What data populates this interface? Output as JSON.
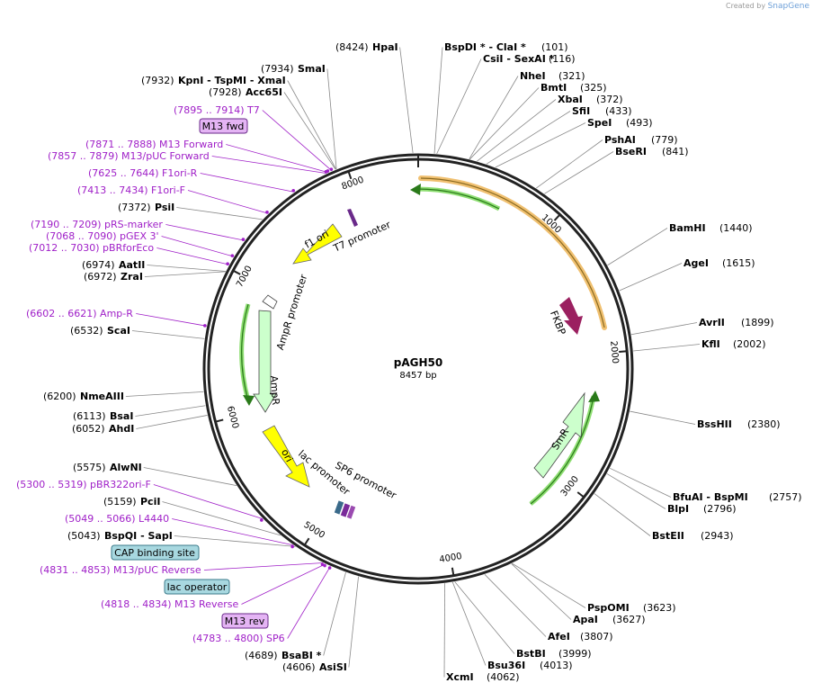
{
  "header": {
    "created_by": "Created by",
    "brand": "SnapGene"
  },
  "plasmid": {
    "name": "pAGH50",
    "length": "8457 bp",
    "total_bp": 8457
  },
  "colors": {
    "backbone": "#222222",
    "primer": "#a020c8",
    "ori": "#ffff00",
    "ampr": "#ccffcc",
    "fkbp": "#9b2060",
    "orf": "#f0c070",
    "tag": "#a8d8e0",
    "primer_tag": "#e4b4f4"
  },
  "ticks": [
    {
      "label": "1000",
      "bp": 1000
    },
    {
      "label": "2000",
      "bp": 2000
    },
    {
      "label": "3000",
      "bp": 3000
    },
    {
      "label": "4000",
      "bp": 4000
    },
    {
      "label": "5000",
      "bp": 5000
    },
    {
      "label": "6000",
      "bp": 6000
    },
    {
      "label": "7000",
      "bp": 7000
    },
    {
      "label": "8000",
      "bp": 8000
    }
  ],
  "sites": [
    {
      "pos": "(8424)",
      "name": "HpaI",
      "bp": 8424
    },
    {
      "name": "BspDI * - ClaI *",
      "pos": "(101)",
      "bp": 101
    },
    {
      "name": "CsiI - SexAI *",
      "pos": "(116)",
      "bp": 116
    },
    {
      "name": "NheI",
      "pos": "(321)",
      "bp": 321
    },
    {
      "name": "BmtI",
      "pos": "(325)",
      "bp": 325
    },
    {
      "name": "XbaI",
      "pos": "(372)",
      "bp": 372
    },
    {
      "name": "SfiI",
      "pos": "(433)",
      "bp": 433
    },
    {
      "name": "SpeI",
      "pos": "(493)",
      "bp": 493
    },
    {
      "name": "PshAI",
      "pos": "(779)",
      "bp": 779
    },
    {
      "name": "BseRI",
      "pos": "(841)",
      "bp": 841
    },
    {
      "name": "BamHI",
      "pos": "(1440)",
      "bp": 1440
    },
    {
      "name": "AgeI",
      "pos": "(1615)",
      "bp": 1615
    },
    {
      "name": "AvrII",
      "pos": "(1899)",
      "bp": 1899
    },
    {
      "name": "KflI",
      "pos": "(2002)",
      "bp": 2002
    },
    {
      "name": "BssHII",
      "pos": "(2380)",
      "bp": 2380
    },
    {
      "name": "BfuAI - BspMI",
      "pos": "(2757)",
      "bp": 2757
    },
    {
      "name": "BlpI",
      "pos": "(2796)",
      "bp": 2796
    },
    {
      "name": "BstEII",
      "pos": "(2943)",
      "bp": 2943
    },
    {
      "name": "PspOMI",
      "pos": "(3623)",
      "bp": 3623
    },
    {
      "name": "ApaI",
      "pos": "(3627)",
      "bp": 3627
    },
    {
      "name": "AfeI",
      "pos": "(3807)",
      "bp": 3807
    },
    {
      "name": "BstBI",
      "pos": "(3999)",
      "bp": 3999
    },
    {
      "name": "Bsu36I",
      "pos": "(4013)",
      "bp": 4013
    },
    {
      "name": "XcmI",
      "pos": "(4062)",
      "bp": 4062
    },
    {
      "pos": "(4689)",
      "name": "BsaBI *",
      "bp": 4689
    },
    {
      "pos": "(4606)",
      "name": "AsiSI",
      "bp": 4606
    },
    {
      "pos": "(5043)",
      "name": "BspQI - SapI",
      "bp": 5043
    },
    {
      "pos": "(5159)",
      "name": "PciI",
      "bp": 5159
    },
    {
      "pos": "(5575)",
      "name": "AlwNI",
      "bp": 5575
    },
    {
      "pos": "(6052)",
      "name": "AhdI",
      "bp": 6052
    },
    {
      "pos": "(6113)",
      "name": "BsaI",
      "bp": 6113
    },
    {
      "pos": "(6200)",
      "name": "NmeAIII",
      "bp": 6200
    },
    {
      "pos": "(6532)",
      "name": "ScaI",
      "bp": 6532
    },
    {
      "pos": "(6972)",
      "name": "ZraI",
      "bp": 6972
    },
    {
      "pos": "(6974)",
      "name": "AatII",
      "bp": 6974
    },
    {
      "pos": "(7372)",
      "name": "PsiI",
      "bp": 7372
    },
    {
      "pos": "(7928)",
      "name": "Acc65I",
      "bp": 7928
    },
    {
      "pos": "(7932)",
      "name": "KpnI - TspMI - XmaI",
      "bp": 7932
    },
    {
      "pos": "(7934)",
      "name": "SmaI",
      "bp": 7934
    }
  ],
  "primers": [
    {
      "text": "(7895 .. 7914)  T7",
      "bp": 7904
    },
    {
      "text": "(7871 .. 7888)  M13 Forward",
      "bp": 7880
    },
    {
      "text": "(7857 .. 7879)  M13/pUC Forward",
      "bp": 7868
    },
    {
      "text": "(7625 .. 7644)  F1ori-R",
      "bp": 7635
    },
    {
      "text": "(7413 .. 7434)  F1ori-F",
      "bp": 7424
    },
    {
      "text": "(7190 .. 7209)  pRS-marker",
      "bp": 7200
    },
    {
      "text": "(7068 .. 7090)  pGEX 3'",
      "bp": 7079
    },
    {
      "text": "(7012 .. 7030)  pBRforEco",
      "bp": 7021
    },
    {
      "text": "(6602 .. 6621)  Amp-R",
      "bp": 6612
    },
    {
      "text": "(5300 .. 5319)  pBR322ori-F",
      "bp": 5310
    },
    {
      "text": "(5049 .. 5066)  L4440",
      "bp": 5058
    },
    {
      "text": "(4831 .. 4853)  M13/pUC Reverse",
      "bp": 4842
    },
    {
      "text": "(4818 .. 4834)  M13 Reverse",
      "bp": 4826
    },
    {
      "text": "(4783 .. 4800)  SP6",
      "bp": 4792
    }
  ],
  "tags": [
    {
      "text": "M13 fwd",
      "kind": "primer"
    },
    {
      "text": "CAP binding site",
      "kind": "feature"
    },
    {
      "text": "lac operator",
      "kind": "feature"
    },
    {
      "text": "M13 rev",
      "kind": "primer"
    }
  ],
  "features": {
    "fkbp": "FKBP",
    "smr": "SmR",
    "ampr": "AmpR",
    "ampr_promoter": "AmpR promoter",
    "ori": "ori",
    "f1_ori": "f1 ori",
    "t7_promoter": "T7 promoter",
    "lac_promoter": "lac promoter",
    "sp6_promoter": "SP6 promoter"
  }
}
